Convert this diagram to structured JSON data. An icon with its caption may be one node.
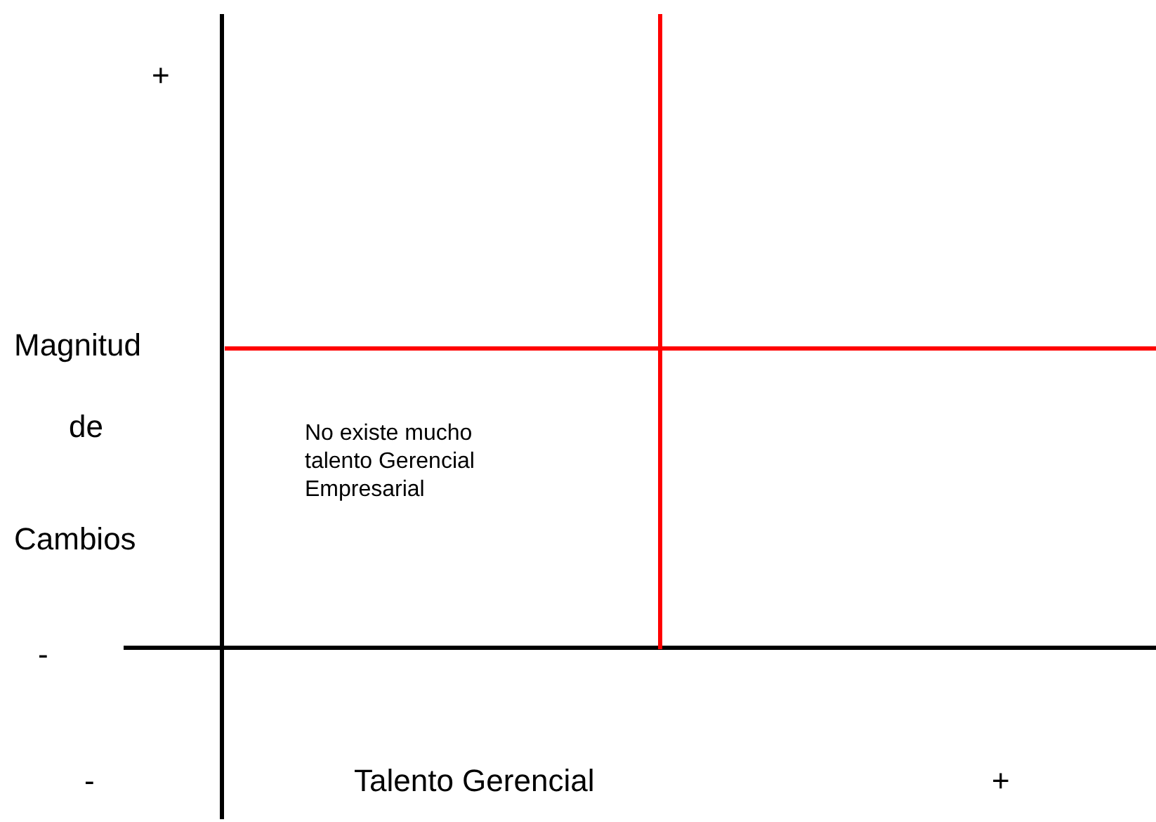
{
  "diagram": {
    "labels": [
      "+",
      "Magnitud",
      "de",
      "Cambios",
      "No existe mucho talento Gerencial Empresarial",
      "-",
      "-",
      "Talento Gerencial",
      "+"
    ]
  }
}
